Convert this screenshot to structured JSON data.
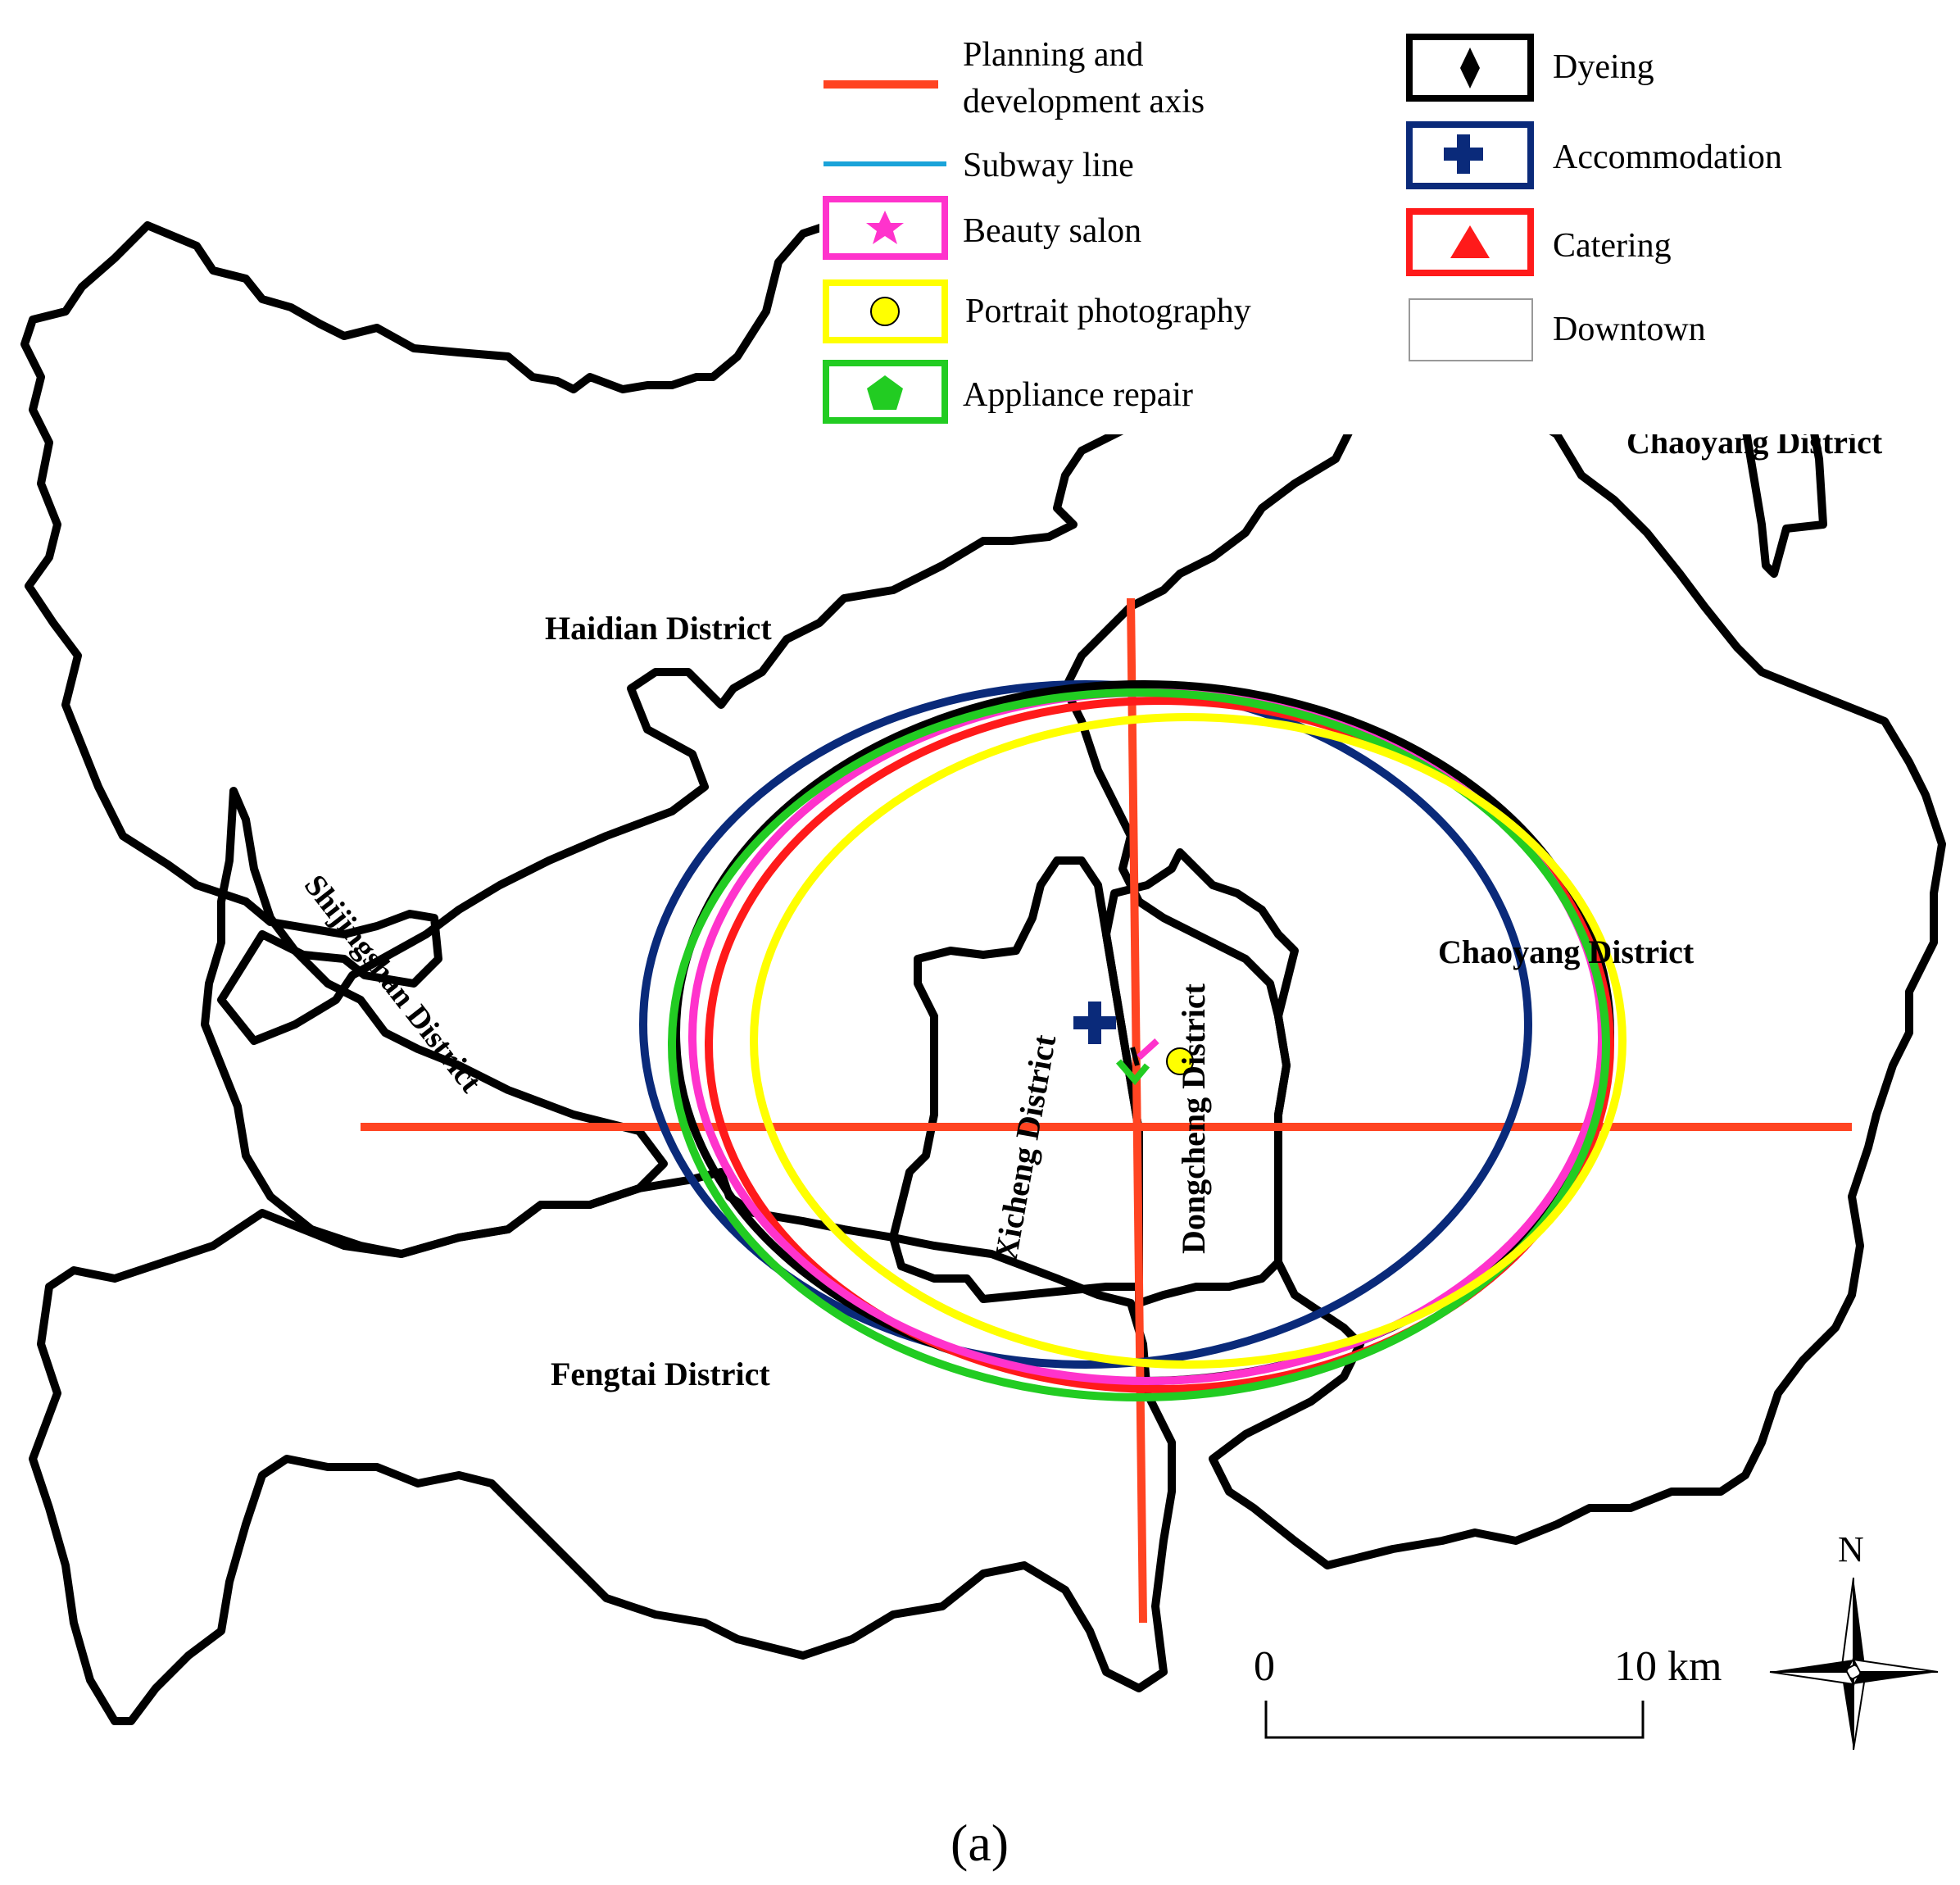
{
  "legend": {
    "axis": "Planning and development axis",
    "axis_line1": "Planning and",
    "axis_line2": "development axis",
    "subway": "Subway line",
    "beauty": "Beauty salon",
    "portrait": "Portrait photography",
    "appliance": "Appliance repair",
    "dyeing": "Dyeing",
    "accommodation": "Accommodation",
    "catering": "Catering",
    "downtown": "Downtown"
  },
  "districts": {
    "haidian": "Haidian District",
    "shijingshan": "Shijingshan District",
    "fengtai": "Fengtai District",
    "chaoyang": "Chaoyang District",
    "chaoyang_ne": "Chaoyang District",
    "xicheng": "Xicheng District",
    "dongcheng": "Dongcheng District"
  },
  "scale_bar": {
    "start": "0",
    "end": "10 km"
  },
  "north": "N",
  "caption": "(a)",
  "colors": {
    "boundary": "#000000",
    "axis": "#ff4422",
    "subway": "#1aa3d9",
    "beauty": "#ff33cc",
    "portrait": "#ffff00",
    "appliance": "#22cc22",
    "dyeing": "#000000",
    "accommodation": "#0a2a7a",
    "catering": "#ff1a1a"
  }
}
